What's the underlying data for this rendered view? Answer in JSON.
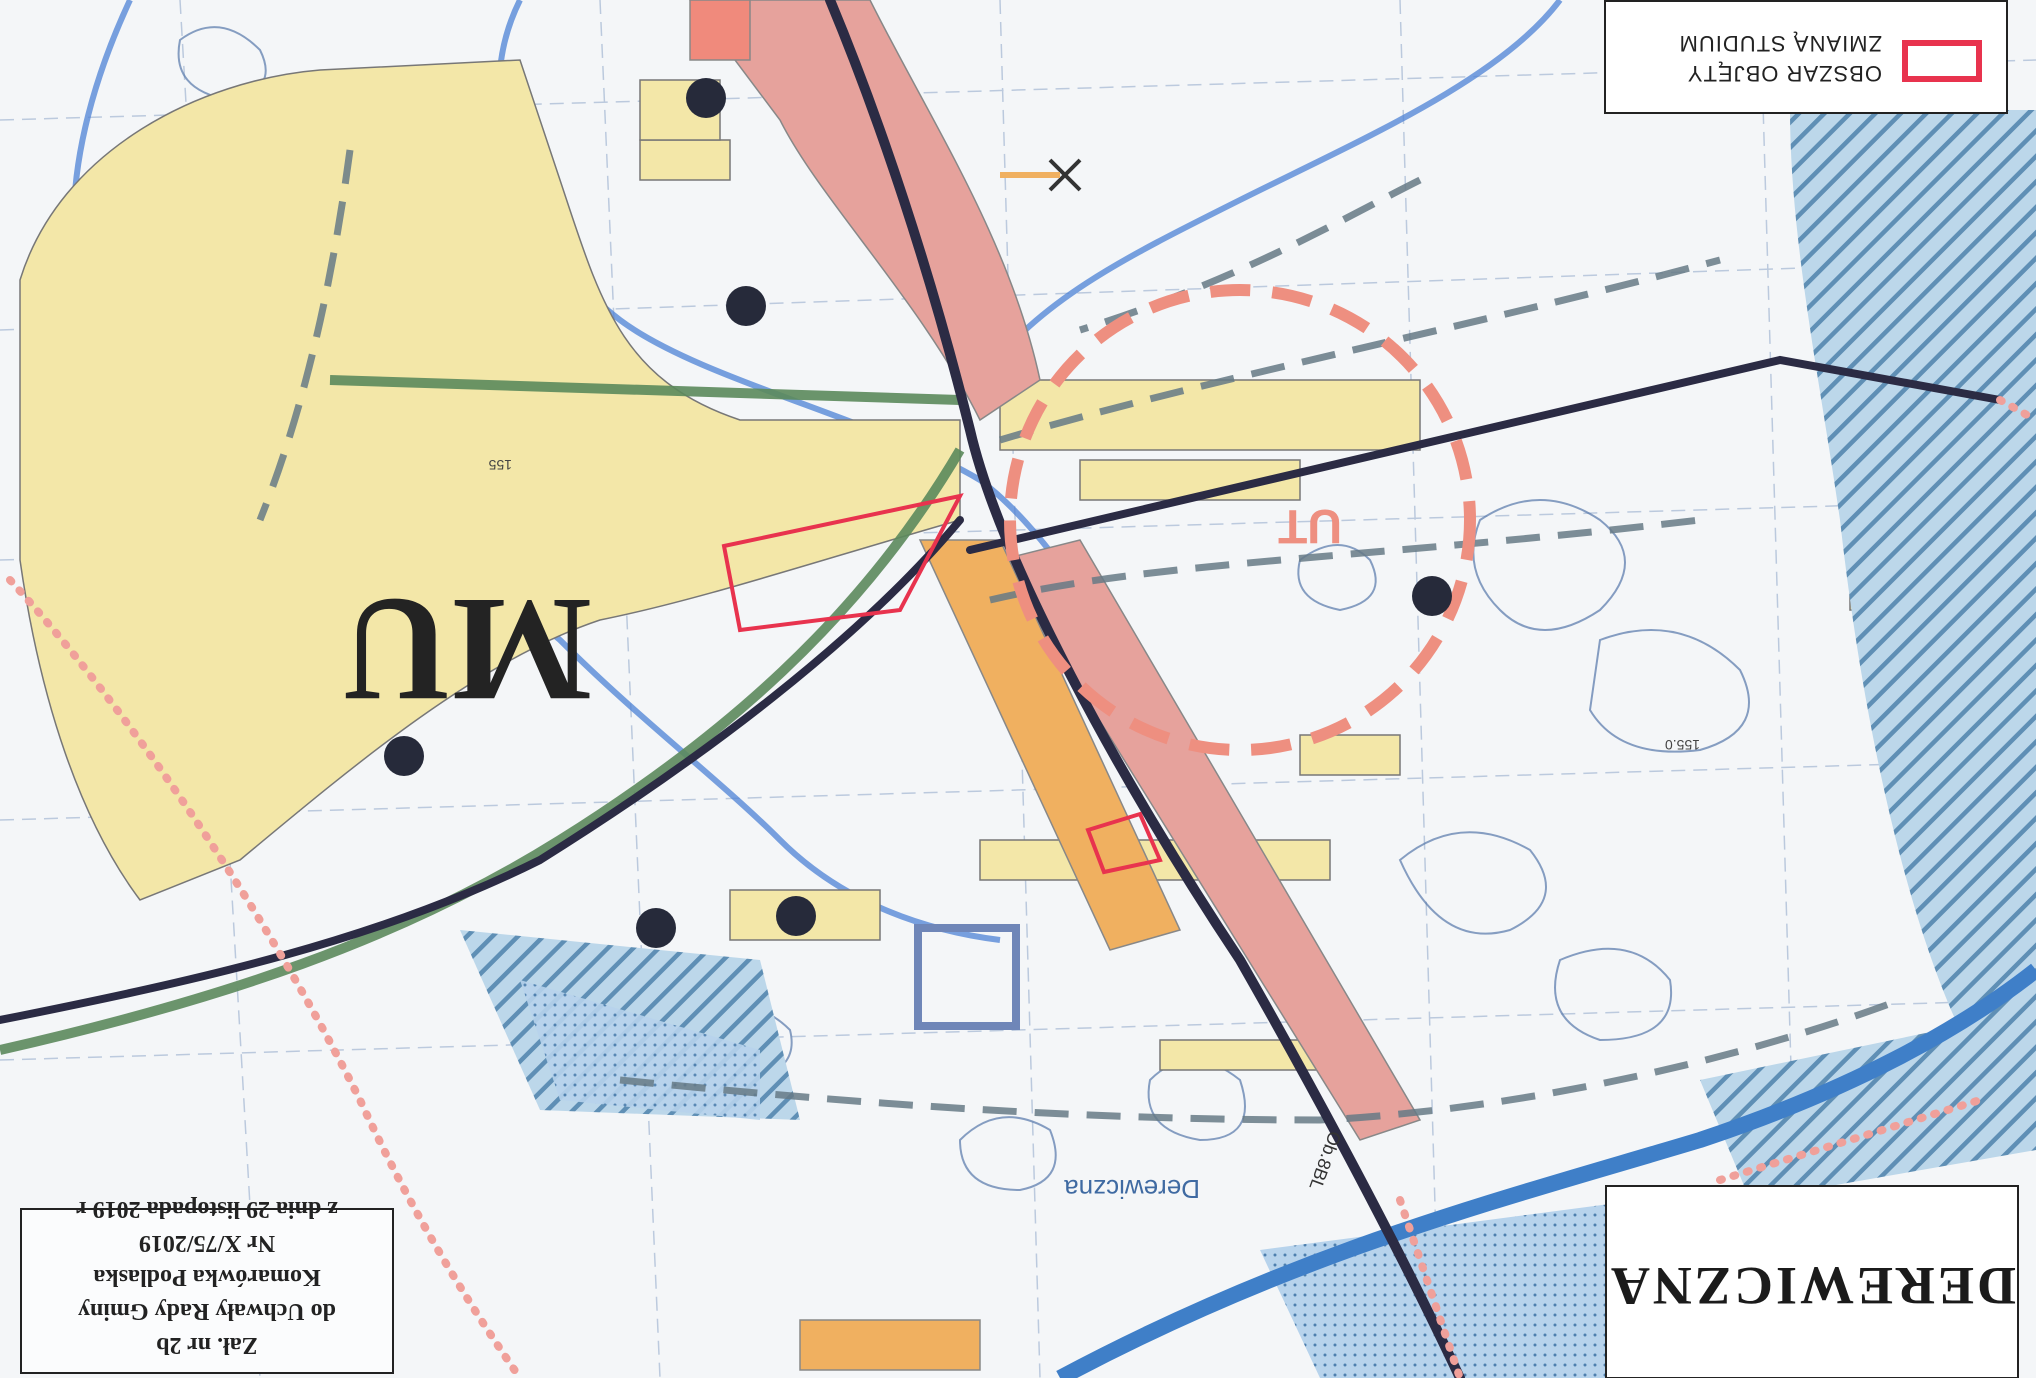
{
  "legend": {
    "label": "OBSZAR OBJĘTY\nZMIANĄ STUDIUM",
    "swatch_color": "#e8334e"
  },
  "map": {
    "place_name": "DEREWICZNA",
    "resolution_lines": [
      "Zał. nr 2b",
      "do Uchwały Rady Gminy",
      "Komarówka Podlaska",
      "Nr X/75/2019",
      "z dnia 29 listopada 2019 r"
    ],
    "zone_symbol_ut": "UT",
    "zone_symbol_ml": "MU",
    "village_label": "Derewiczna",
    "road_label": "Ob.8BL",
    "height_mark_1": "155",
    "height_mark_2": "155.0"
  },
  "colors": {
    "background": "#f4f6f8",
    "residential_yellow": "#f3e7a8",
    "village_pink": "#e6a29c",
    "road_dark": "#2b2b44",
    "water_blue": "#3f7fc8",
    "forest_stripe": "#5f8fb5",
    "green_line": "#5c8a5c",
    "service_orange": "#f0b060",
    "ut_circle": "#ee8f80",
    "border_dotted": "#f0a09a"
  }
}
